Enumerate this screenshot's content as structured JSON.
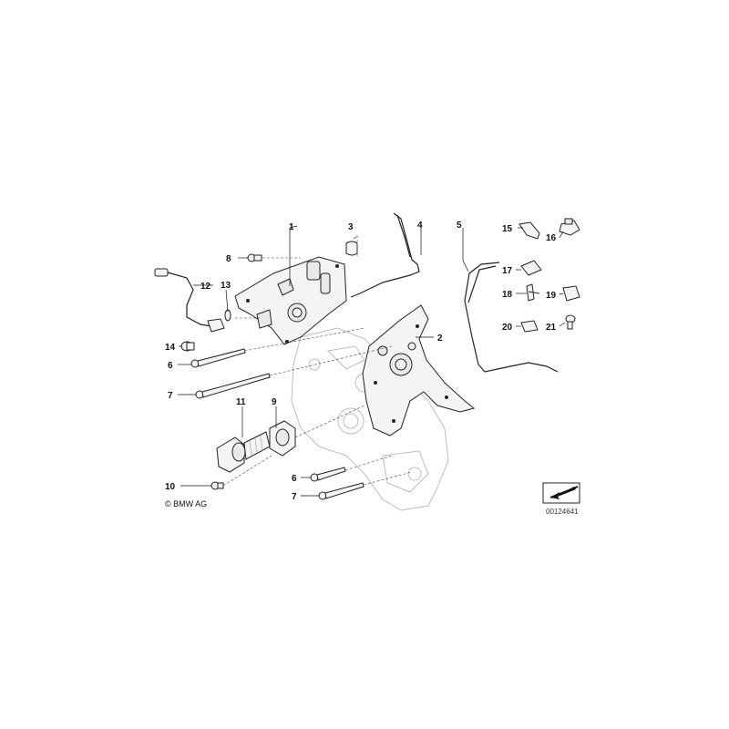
{
  "diagram": {
    "callouts": [
      "1",
      "2",
      "3",
      "4",
      "5",
      "6",
      "7",
      "8",
      "9",
      "10",
      "11",
      "12",
      "13",
      "14",
      "15",
      "16",
      "17",
      "18",
      "19",
      "20",
      "21",
      "6",
      "7"
    ],
    "copyright": "© BMW AG",
    "drawing_number": "00124641",
    "nav_icon": "arrow-down-left-icon"
  }
}
